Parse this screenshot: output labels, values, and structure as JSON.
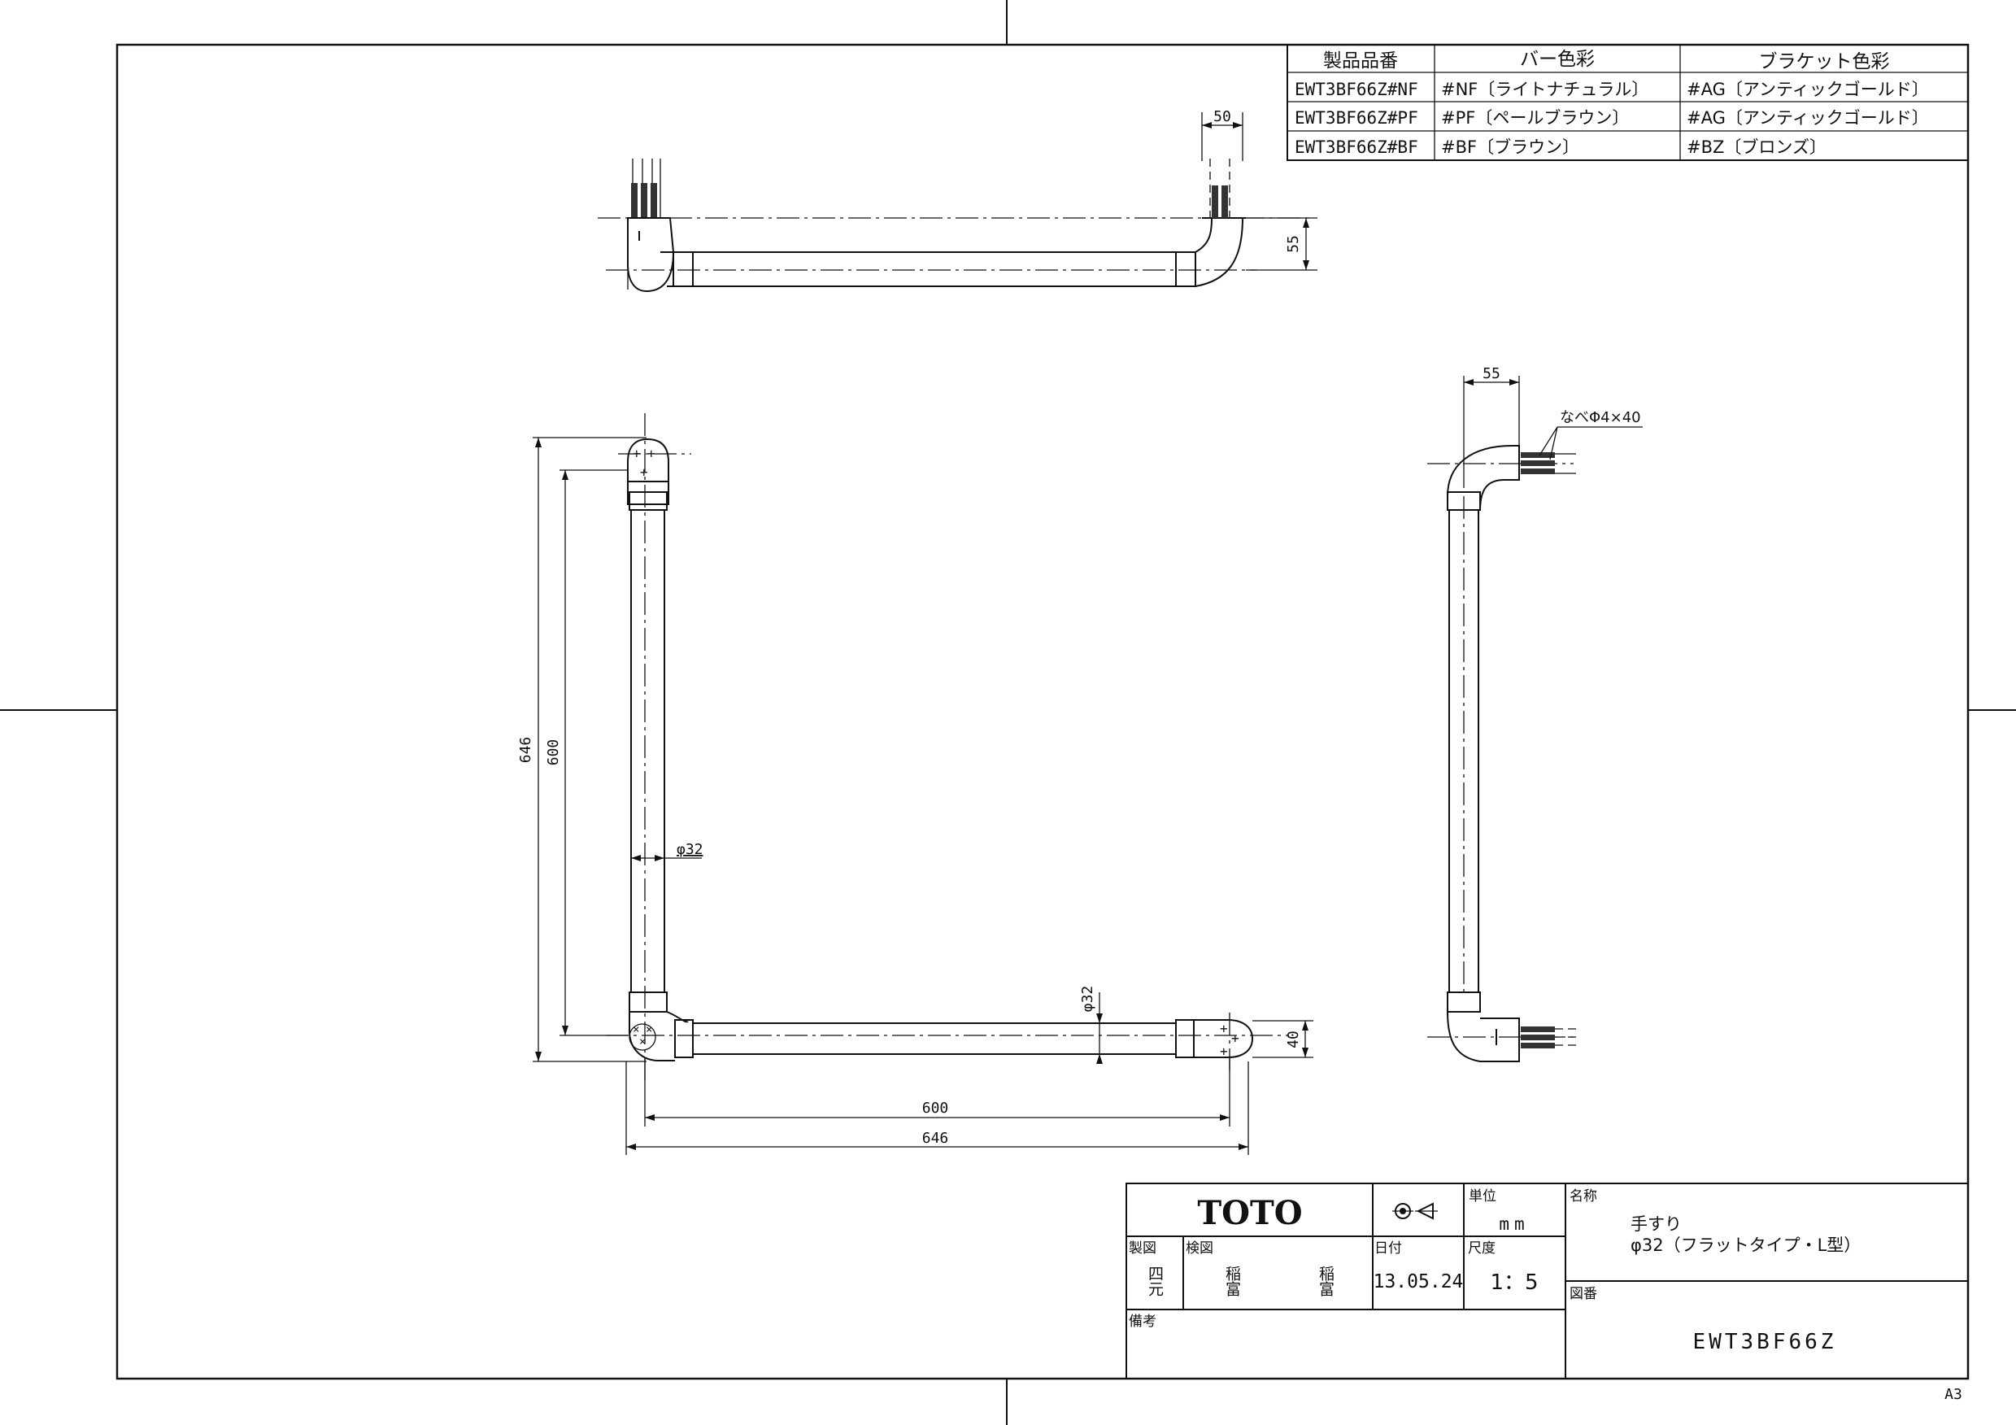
{
  "color_table": {
    "headers": [
      "製品品番",
      "バー色彩",
      "ブラケット色彩"
    ],
    "rows": [
      [
        "EWT3BF66Z#NF",
        "#NF〔ライトナチュラル〕",
        "#AG〔アンティックゴールド〕"
      ],
      [
        "EWT3BF66Z#PF",
        "#PF〔ペールブラウン〕",
        "#AG〔アンティックゴールド〕"
      ],
      [
        "EWT3BF66Z#BF",
        "#BF〔ブラウン〕",
        "#BZ〔ブロンズ〕"
      ]
    ]
  },
  "dimensions": {
    "top_50": "50",
    "top_55": "55",
    "side_55": "55",
    "screw_note": "なべΦ4×40",
    "left_646": "646",
    "left_600": "600",
    "dia_32_v": "φ32",
    "dia_32_h": "φ32",
    "right_40": "40",
    "bottom_600": "600",
    "bottom_646": "646"
  },
  "title_block": {
    "logo": "TOTO",
    "unit_label": "単位",
    "unit_value": "mm",
    "name_label": "名称",
    "name_line1": "手すり",
    "name_line2": "φ32（フラットタイプ・L型）",
    "made_label": "製図",
    "made_name": "四元",
    "check_label": "検図",
    "check_name1": "稲富",
    "check_name2": "稲富",
    "date_label": "日付",
    "date_value": "13.05.24",
    "scale_label": "尺度",
    "scale_value": "1：5",
    "drawing_no_label": "図番",
    "drawing_no": "EWT3BF66Z",
    "remarks_label": "備考"
  },
  "sheet_size": "A3"
}
